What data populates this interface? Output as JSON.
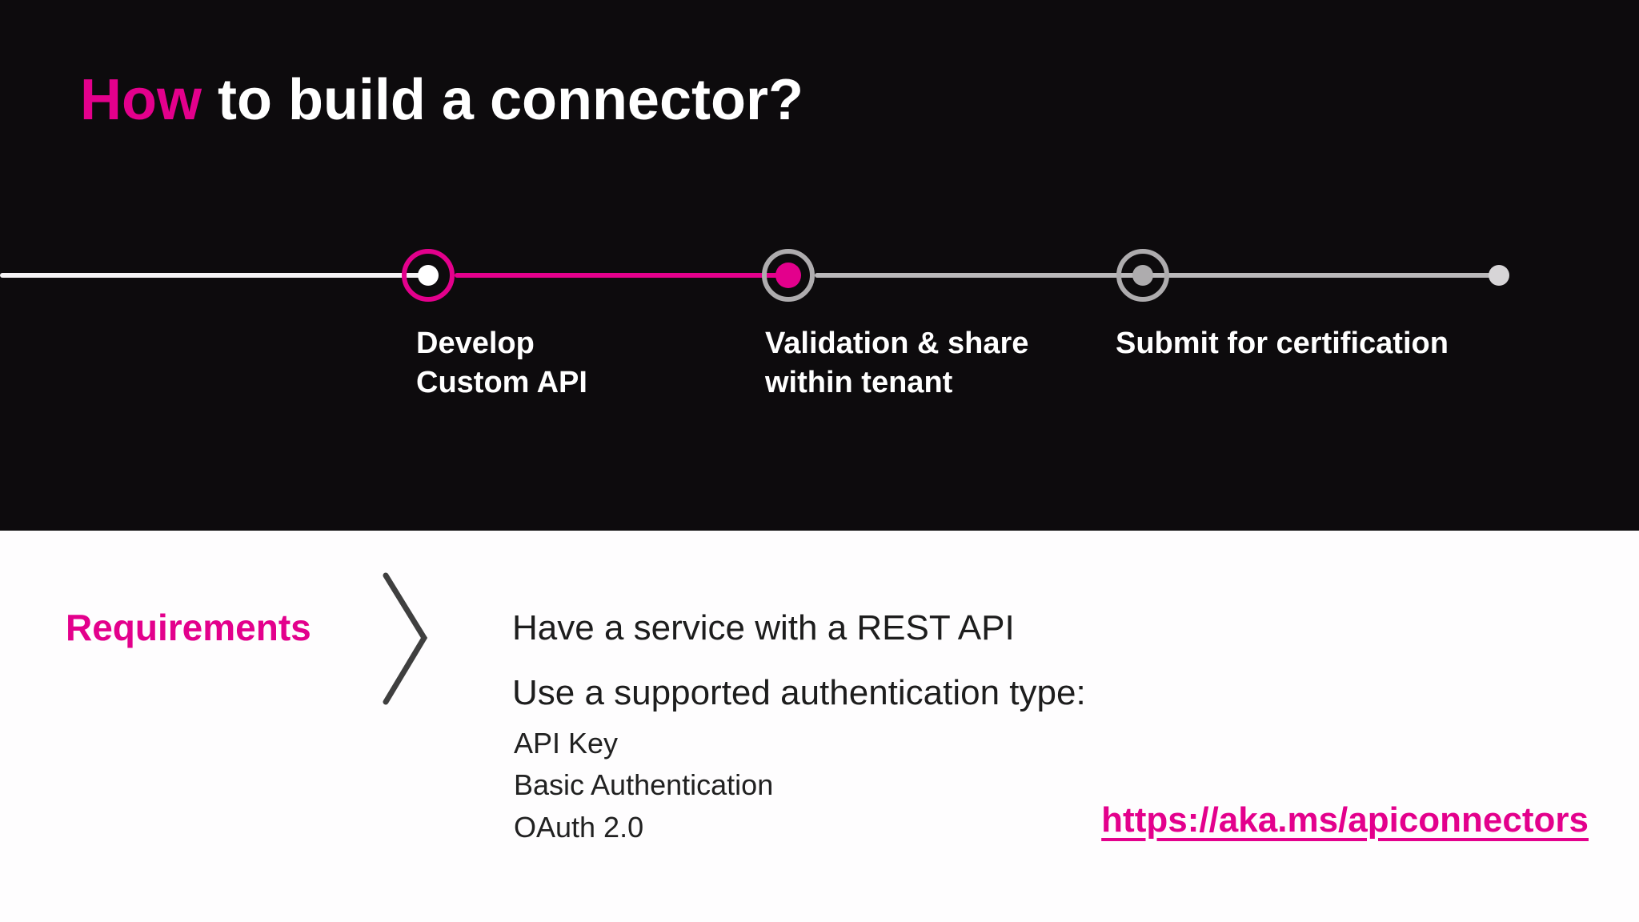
{
  "slide": {
    "title": {
      "highlight": "How",
      "rest": " to build a connector?"
    }
  },
  "timeline": {
    "milestones": [
      {
        "label": "Develop\nCustom API",
        "state": "current",
        "marker": "pink-ring-white-dot"
      },
      {
        "label": "Validation & share\nwithin tenant",
        "state": "next",
        "marker": "gray-ring-pink-dot"
      },
      {
        "label": "Submit for certification",
        "state": "upcoming",
        "marker": "gray-ring-gray-dot"
      }
    ]
  },
  "requirements": {
    "heading": "Requirements",
    "lines": [
      "Have a service with a REST API",
      "Use a supported authentication type:"
    ],
    "auth_types": [
      "API Key",
      "Basic Authentication",
      "OAuth 2.0"
    ],
    "link": "https://aka.ms/apiconnectors"
  },
  "colors": {
    "accent_pink": "#e3008c",
    "dark_background": "#0d0b0d",
    "light_background": "#fefdfe",
    "gray_marker": "#aeacae",
    "white": "#ffffff",
    "body_text": "#1d1d1d",
    "chevron": "#3f3f3f"
  }
}
